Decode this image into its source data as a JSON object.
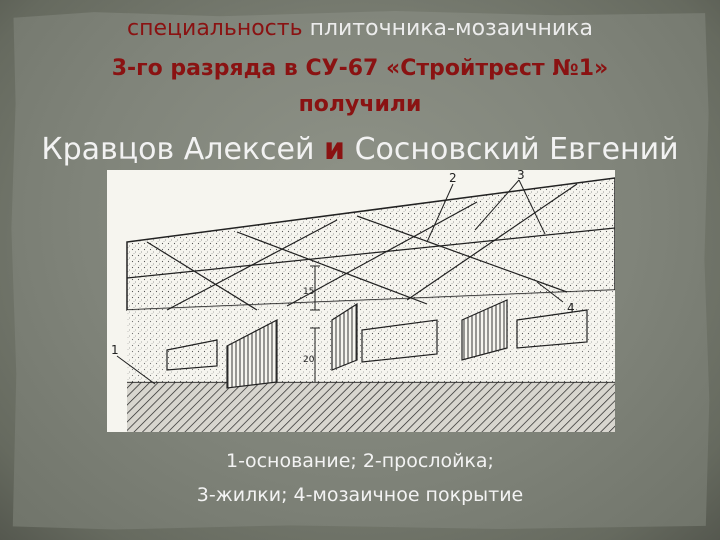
{
  "heading": {
    "line1_part1": "специальность",
    "line1_part2": "плиточника-мозаичника",
    "line2": "3-го разряда в СУ-67 «Стройтрест №1»",
    "line3": "получили"
  },
  "names": {
    "first": "Кравцов Алексей",
    "conjunction": "и",
    "second": "Сосновский Евгений"
  },
  "diagram": {
    "labels": [
      "1",
      "2",
      "3",
      "4"
    ],
    "dimension_labels": [
      "15",
      "20"
    ]
  },
  "caption": {
    "line1": "1-основание; 2-прослойка;",
    "line2": "3-жилки; 4-мозаичное покрытие"
  },
  "colors": {
    "accent_red": "#8a1212",
    "text_light": "#ececec"
  }
}
